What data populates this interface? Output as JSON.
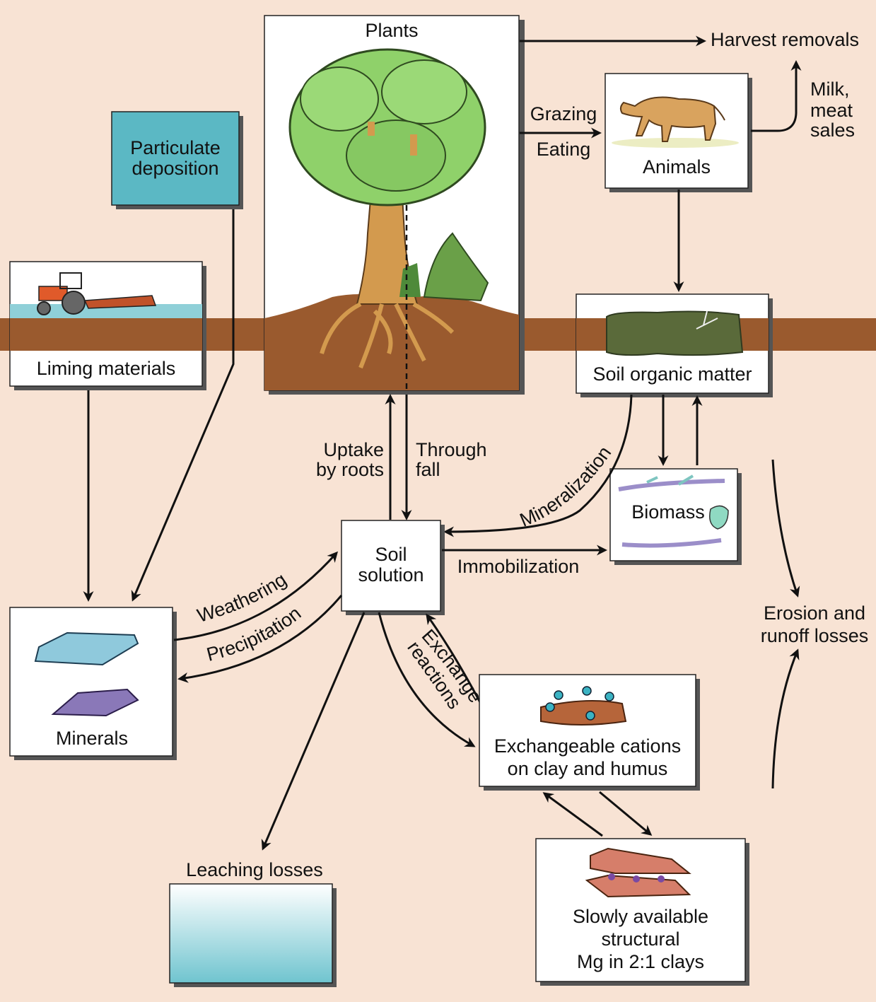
{
  "labels": {
    "plants": "Plants",
    "harvest_removals": "Harvest removals",
    "milk_line1": "Milk,",
    "milk_line2": "meat",
    "milk_line3": "sales",
    "grazing": "Grazing",
    "eating": "Eating",
    "animals": "Animals",
    "particulate_line1": "Particulate",
    "particulate_line2": "deposition",
    "liming_materials": "Liming materials",
    "soil_organic_matter": "Soil organic matter",
    "uptake_line1": "Uptake",
    "uptake_line2": "by roots",
    "through_line1": "Through",
    "through_line2": "fall",
    "mineralization": "Mineralization",
    "biomass": "Biomass",
    "soil_solution_line1": "Soil",
    "soil_solution_line2": "solution",
    "immobilization": "Immobilization",
    "weathering": "Weathering",
    "precipitation": "Precipitation",
    "exchange_line1": "Exchange",
    "exchange_line2": "reactions",
    "minerals": "Minerals",
    "erosion_line1": "Erosion and",
    "erosion_line2": "runoff losses",
    "exchangeable_line1": "Exchangeable cations",
    "exchangeable_line2": "on clay and humus",
    "leaching_losses": "Leaching losses",
    "slowly_line1": "Slowly available",
    "slowly_line2": "structural",
    "slowly_line3": "Mg in 2:1 clays"
  },
  "colors": {
    "background": "#f8e3d4",
    "soil": "#9a5a2e",
    "particulate_box": "#5bb8c4",
    "tree_foliage": "#8fd16a",
    "trunk": "#d39a4e",
    "cow": "#d9a35e",
    "water": "#8fd0d8"
  },
  "icons": {
    "tree": "tree-icon",
    "cow": "cow-icon",
    "tractor": "tractor-icon",
    "organic_matter": "organic-matter-icon",
    "biomass": "fungal-hyphae-icon",
    "minerals": "mineral-slab-icon",
    "clay": "clay-particle-icon",
    "layered_clay": "layered-clay-icon",
    "water": "water-icon"
  }
}
